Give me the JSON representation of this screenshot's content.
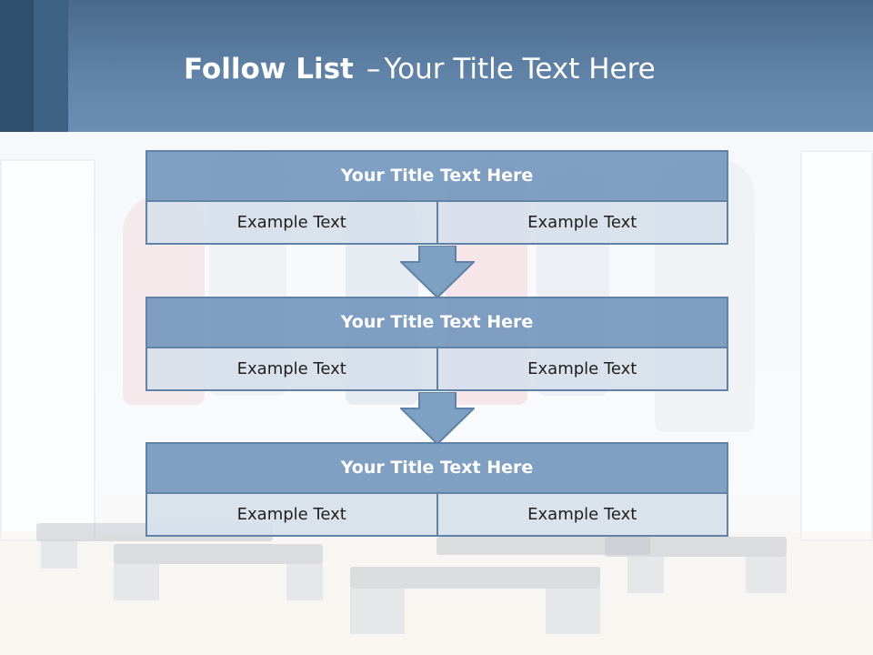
{
  "slide": {
    "title_bold": "Follow List",
    "title_dash": "–",
    "title_rest": "Your Title Text Here"
  },
  "colors": {
    "header": "#5f82a6",
    "header_dark": "#2f4f6e",
    "block_title_fill": "#6e93ba",
    "block_cell_fill": "#d7e0ea",
    "arrow_fill": "#7ea0c2",
    "border": "#5f82a6"
  },
  "list": [
    {
      "title": "Your Title Text Here",
      "left": "Example Text",
      "right": "Example Text"
    },
    {
      "title": "Your Title Text Here",
      "left": "Example Text",
      "right": "Example Text"
    },
    {
      "title": "Your Title Text Here",
      "left": "Example Text",
      "right": "Example Text"
    }
  ]
}
